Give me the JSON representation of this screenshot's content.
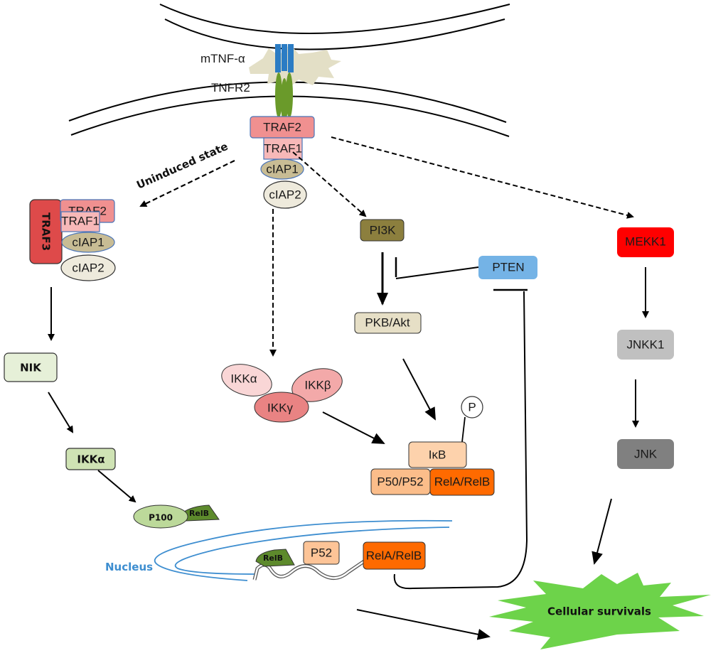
{
  "title": "mTNF-α / TNFR2 signaling pathway",
  "membrane_labels": {
    "ligand": "mTNF-α",
    "receptor": "TNFR2"
  },
  "receptor_complex": {
    "traf2": "TRAF2",
    "traf1": "TRAF1",
    "ciap1": "cIAP1",
    "ciap2": "cIAP2"
  },
  "uninduced": {
    "label": "Uninduced state",
    "traf3": "TRAF3",
    "traf2": "TRAF2",
    "traf1": "TRAF1",
    "ciap1": "cIAP1",
    "ciap2": "cIAP2"
  },
  "noncanonical": {
    "nik": "NIK",
    "ikka": "IKKα",
    "p100": "P100",
    "relb": "RelB"
  },
  "canonical": {
    "ikk_alpha": "IKKα",
    "ikk_beta": "IKKβ",
    "ikk_gamma": "IKKγ",
    "phospho": "P",
    "ikb": "IκB",
    "p50p52": "P50/P52",
    "rela_relb": "RelA/RelB"
  },
  "pi3k_branch": {
    "pi3k": "PI3K",
    "pten": "PTEN",
    "pkb": "PKB/Akt"
  },
  "jnk_branch": {
    "mekk1": "MEKK1",
    "jnkk1": "JNKK1",
    "jnk": "JNK"
  },
  "nucleus": {
    "label": "Nucleus",
    "relb": "RelB",
    "p52": "P52",
    "rela_relb": "RelA/RelB"
  },
  "outcome": {
    "label": "Cellular survivals"
  },
  "colors": {
    "traf2": "#f09090",
    "traf1": "#f7b8b8",
    "ciap1": "#c8bc94",
    "ciap2": "#eeeadc",
    "traf3": "#de4a4a",
    "nik_fill": "#e6f0d8",
    "ikka_fill": "#cfe3b4",
    "p100_fill": "#bcd99a",
    "relb_fill": "#5d8a2c",
    "pi3k": "#8c7f3e",
    "pkb": "#e6dfc6",
    "pten": "#74b3e6",
    "mekk1": "#ff0000",
    "jnkk1": "#c0c0c0",
    "jnk": "#808080",
    "ikb": "#fdd2ac",
    "p50p52": "#fbbd8a",
    "rela_relb": "#ff6a00",
    "p52": "#fdc497",
    "nucleus_line": "#3e8ed0",
    "survival": "#6dd34a",
    "mtnf_blue": "#2b7cc4",
    "tnfr2_green": "#6a9a2a",
    "ligand_beige": "#e3dfc6"
  }
}
